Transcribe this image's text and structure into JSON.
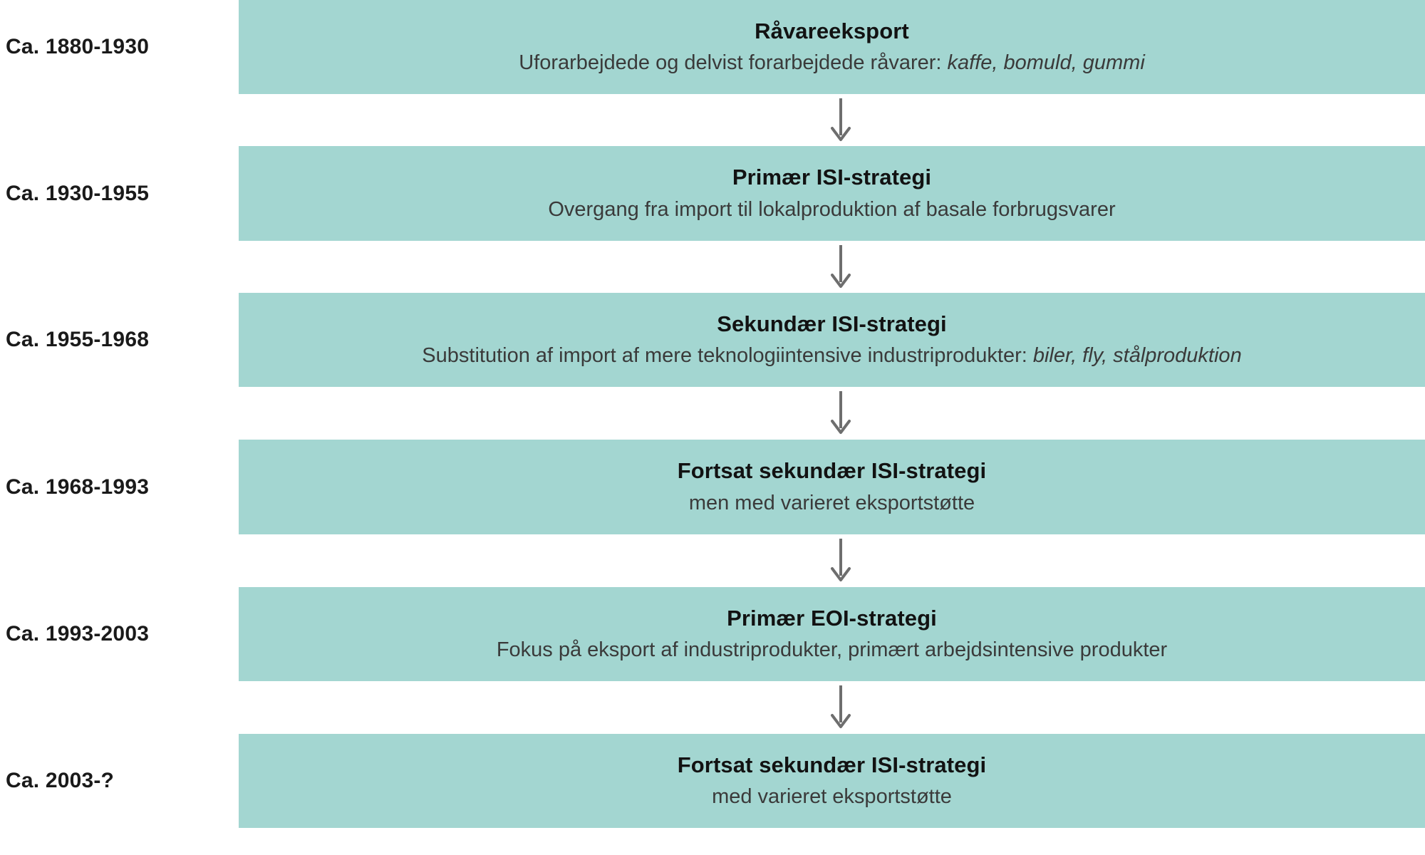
{
  "theme": {
    "band_color": "#a3d6d1",
    "page_background": "#ffffff",
    "title_text_color": "#121212",
    "subtitle_text_color": "#3a3a3a",
    "period_text_color": "#1a1a1a",
    "arrow_color": "#6e6e6e"
  },
  "stages": [
    {
      "period": "Ca. 1880-1930",
      "title": "Råvareeksport",
      "subtitle_plain": "Uforarbejdede og delvist forarbejdede råvarer: ",
      "subtitle_italic": "kaffe, bomuld, gummi",
      "subtitle_full": "Uforarbejdede og delvist forarbejdede råvarer: kaffe, bomuld, gummi"
    },
    {
      "period": "Ca. 1930-1955",
      "title": "Primær ISI-strategi",
      "subtitle_plain": "Overgang fra import til lokalproduktion af basale forbrugsvarer",
      "subtitle_italic": "",
      "subtitle_full": "Overgang fra import til lokalproduktion af basale forbrugsvarer"
    },
    {
      "period": "Ca. 1955-1968",
      "title": "Sekundær ISI-strategi",
      "subtitle_plain": "Substitution af import af mere teknologiintensive industriprodukter: ",
      "subtitle_italic": "biler, fly, stålproduktion",
      "subtitle_full": "Substitution af import af mere teknologiintensive industriprodukter: biler, fly, stålproduktion"
    },
    {
      "period": "Ca. 1968-1993",
      "title": "Fortsat sekundær ISI-strategi",
      "subtitle_plain": "men med varieret eksportstøtte",
      "subtitle_italic": "",
      "subtitle_full": "men med varieret eksportstøtte"
    },
    {
      "period": "Ca. 1993-2003",
      "title": "Primær EOI-strategi",
      "subtitle_plain": "Fokus på eksport af industriprodukter, primært arbejdsintensive produkter",
      "subtitle_italic": "",
      "subtitle_full": "Fokus på eksport af industriprodukter, primært arbejdsintensive produkter"
    },
    {
      "period": "Ca. 2003-?",
      "title": "Fortsat sekundær ISI-strategi",
      "subtitle_plain": "med varieret eksportstøtte",
      "subtitle_italic": "",
      "subtitle_full": "med varieret eksportstøtte"
    }
  ],
  "connectors": [
    {
      "icon": "arrow-down-icon",
      "from_stage": 0,
      "to_stage": 1
    },
    {
      "icon": "arrow-down-icon",
      "from_stage": 1,
      "to_stage": 2
    },
    {
      "icon": "arrow-down-icon",
      "from_stage": 2,
      "to_stage": 3
    },
    {
      "icon": "arrow-down-icon",
      "from_stage": 3,
      "to_stage": 4
    },
    {
      "icon": "arrow-down-icon",
      "from_stage": 4,
      "to_stage": 5
    }
  ]
}
